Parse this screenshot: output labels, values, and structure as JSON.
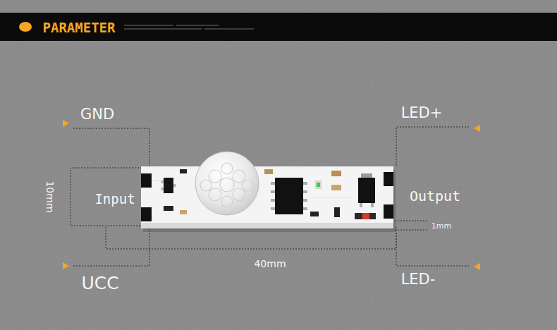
{
  "diagram": {
    "title": "PARAMETER",
    "labels": [
      "GND",
      "LED+",
      "Input",
      "Output",
      "10mm",
      "40mm",
      "1mm",
      "UCC",
      "LED-"
    ]
  }
}
